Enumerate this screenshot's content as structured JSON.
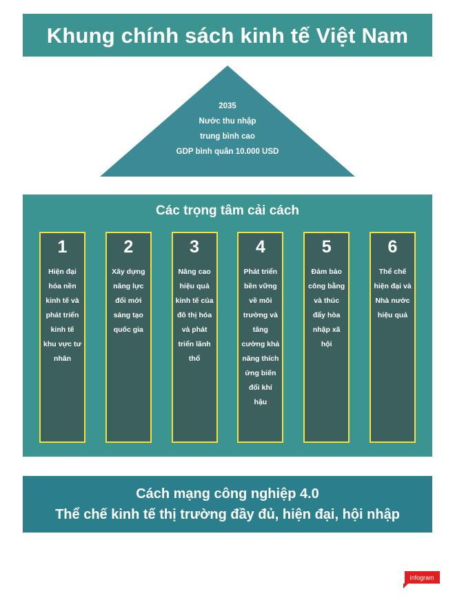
{
  "colors": {
    "panel_teal": "#3c9491",
    "banner_teal": "#2b7f8c",
    "card_dark": "#3b605d",
    "card_border_yellow": "#f2e43c",
    "text_white": "#ffffff",
    "logo_red": "#e02020",
    "page_background": "#ffffff"
  },
  "title": {
    "text": "Khung chính sách kinh tế Việt Nam"
  },
  "goal_triangle": {
    "lines": [
      "2035",
      "Nước thu nhập",
      "trung bình cao",
      "GDP bình quân 10.000 USD"
    ]
  },
  "reform_section": {
    "heading": "Các trọng tâm cải cách",
    "cards": [
      {
        "number": "1",
        "text": "Hiện đại hóa nền kinh tế và phát triển kinh tế khu vực tư nhân"
      },
      {
        "number": "2",
        "text": "Xây dựng năng lực đổi mới sáng tạo quốc gia"
      },
      {
        "number": "3",
        "text": "Nâng cao hiệu quả kinh tế của đô thị hóa và phát triển lãnh thổ"
      },
      {
        "number": "4",
        "text": "Phát triển bền vững về môi trường và tăng cường khả năng thích ứng biến đổi khí hậu"
      },
      {
        "number": "5",
        "text": "Đảm bảo công bằng và thúc đẩy hòa nhập xã hội"
      },
      {
        "number": "6",
        "text": "Thể chế hiện đại và Nhà nước hiệu quả"
      }
    ]
  },
  "bottom_banner": {
    "line1": "Cách mạng công nghiệp 4.0",
    "line2": "Thể chế kinh tế thị trường đầy đủ, hiện đại, hội nhập"
  },
  "logo": {
    "label": "infogram"
  }
}
